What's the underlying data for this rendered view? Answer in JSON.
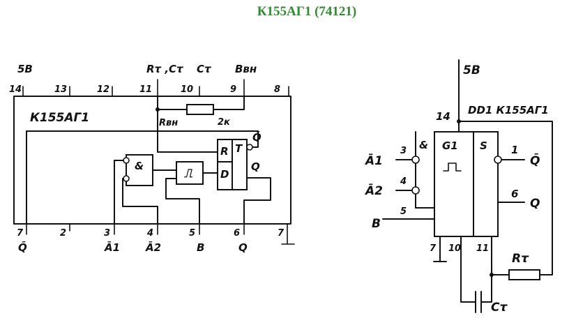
{
  "title": "К155АГ1 (74121)",
  "left": {
    "supply": "5В",
    "top_labels": {
      "rc": "Rτ ,Cτ",
      "c": "Cτ",
      "rin": "Bвн"
    },
    "top_pins": [
      "14",
      "13",
      "12",
      "11",
      "10",
      "9",
      "8"
    ],
    "chip_name": "К155АГ1",
    "rbh": "Rвн",
    "resistor": "2к",
    "and_sym": "&",
    "schmitt_sym": "⎍",
    "ff": {
      "r": "R",
      "t": "T",
      "d": "D",
      "qbar": "Q̄",
      "q": "Q"
    },
    "bottom_pins": [
      "7",
      "2",
      "3",
      "4",
      "5",
      "6",
      "7"
    ],
    "bottom_labels": [
      "Q̄",
      "Ā1",
      "Ā2",
      "B",
      "Q"
    ]
  },
  "right": {
    "supply": "5В",
    "pin14": "14",
    "designator": "DD1 К155АГ1",
    "and_sym": "&",
    "g1": "G1",
    "s": "S",
    "inputs": [
      {
        "name": "Ā1",
        "pin": "3"
      },
      {
        "name": "Ā2",
        "pin": "4"
      },
      {
        "name": "B",
        "pin": "5"
      }
    ],
    "outputs": [
      {
        "name": "Q̄",
        "pin": "1"
      },
      {
        "name": "Q",
        "pin": "6"
      }
    ],
    "bottom_pins": [
      "7",
      "10",
      "11"
    ],
    "r_label": "Rτ",
    "c_label": "Cτ"
  }
}
